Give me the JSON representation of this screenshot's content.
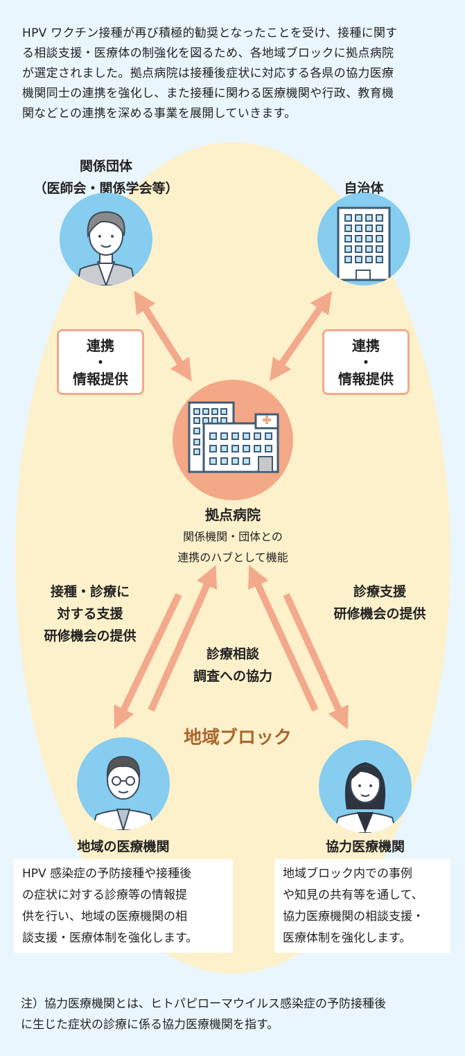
{
  "intro": [
    "HPV ワクチン接種が再び積極的勧奨となったことを受け、接種に関す",
    "る相談支援・医療体の制強化を図るため、各地域ブロックに拠点病院",
    "が選定されました。拠点病院は接種後症状に対応する各県の協力医療",
    "機関同士の連携を強化し、また接種に関わる医療機関や行政、教育機",
    "関などとの連携を深める事業を展開していきます。"
  ],
  "nodes": {
    "assoc": {
      "title1": "関係団体",
      "title2": "（医師会・関係学会等）"
    },
    "gov": {
      "title": "自治体"
    },
    "hub": {
      "title": "拠点病院",
      "sub1": "関係機関・団体との",
      "sub2": "連携のハブとして機能"
    },
    "local": {
      "title": "地域の医療機関",
      "desc": [
        "HPV 感染症の予防接種や接種後",
        "の症状に対する診療等の情報提",
        "供を行い、地域の医療機関の相",
        "談支援・医療体制を強化します。"
      ]
    },
    "coop": {
      "title": "協力医療機関",
      "desc": [
        "地域ブロック内での事例",
        "や知見の共有等を通して、",
        "協力医療機関の相談支援・",
        "医療体制を強化します。"
      ]
    }
  },
  "links": {
    "left_box": [
      "連携",
      "・",
      "情報提供"
    ],
    "right_box": [
      "連携",
      "・",
      "情報提供"
    ],
    "to_local": [
      "接種・診療に",
      "対する支援",
      "研修機会の提供"
    ],
    "to_coop": [
      "診療支援",
      "研修機会の提供"
    ],
    "to_hub": [
      "診療相談",
      "調査への協力"
    ]
  },
  "region_label": "地域ブロック",
  "note": [
    "注）協力医療機関とは、ヒトパピローマウイルス感染症の予防接種後",
    "に生じた症状の診療に係る協力医療機関を指す。"
  ],
  "colors": {
    "bg": "#eaf6fd",
    "region": "#fdf1cb",
    "arrow": "#f3a98b",
    "hub": "#f3a887",
    "person_bg": "#86cdf0",
    "region_text": "#a9662c"
  }
}
